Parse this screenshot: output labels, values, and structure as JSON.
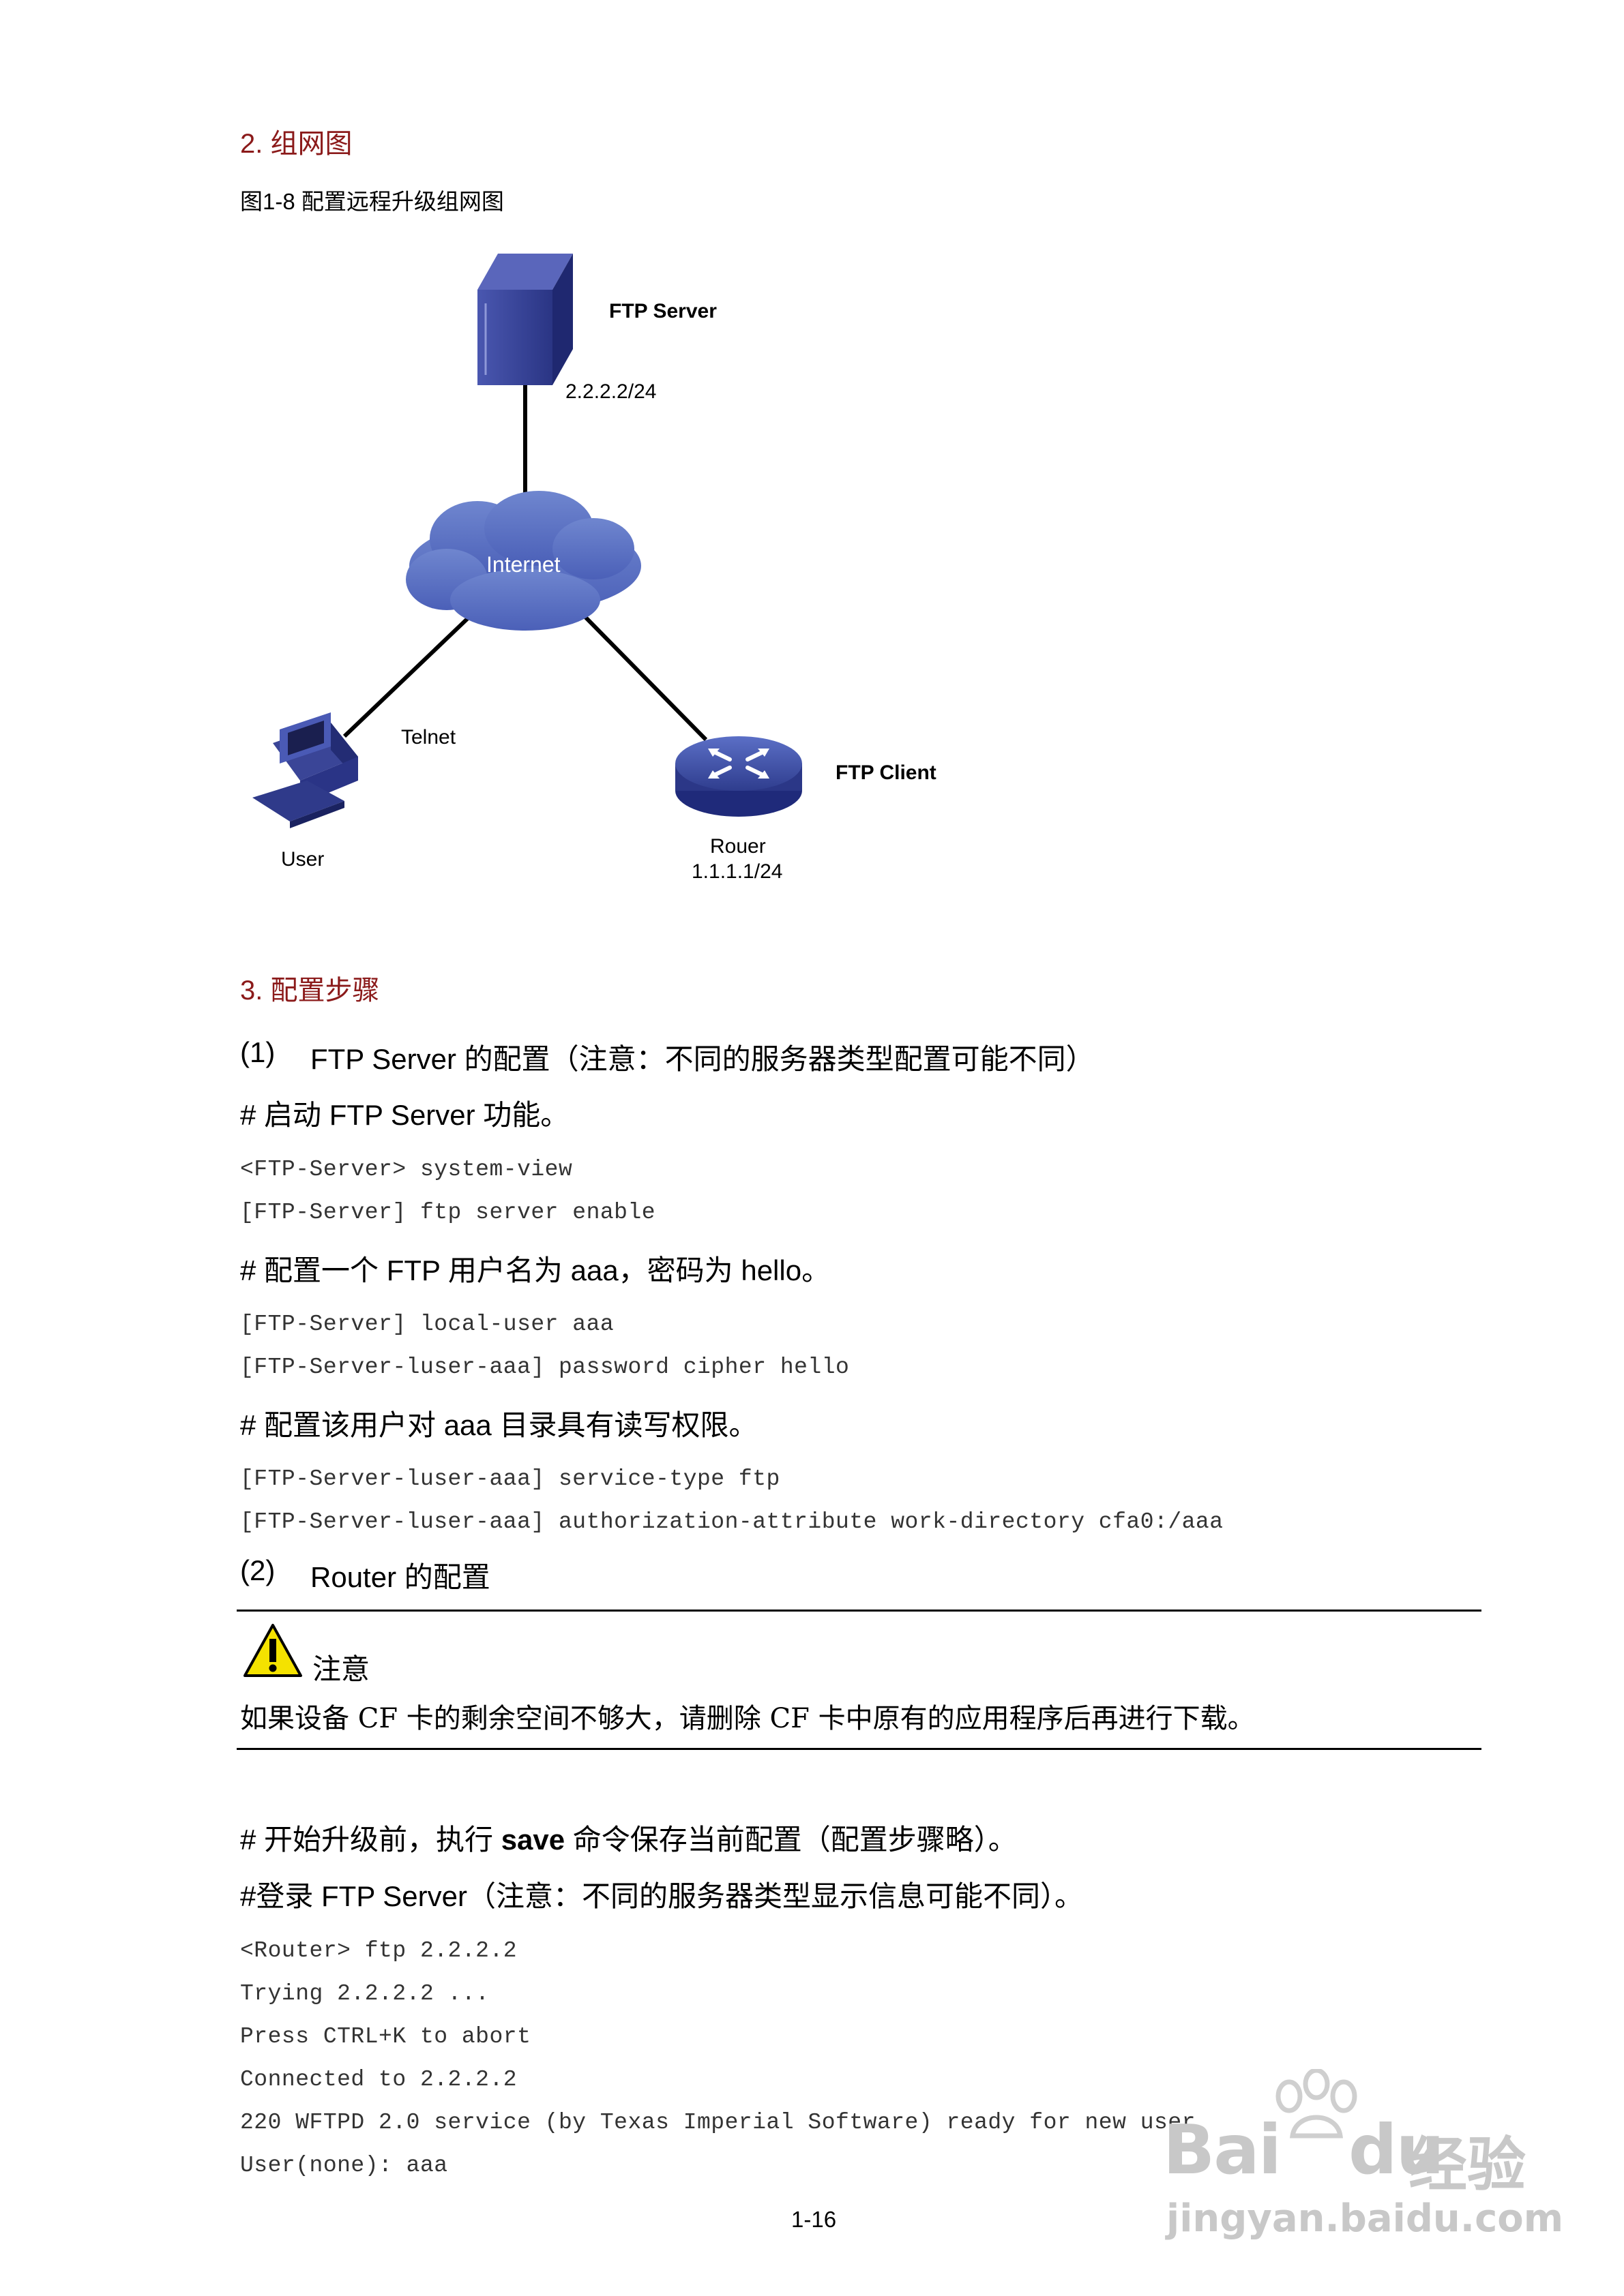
{
  "section2": {
    "heading": "2. 组网图",
    "figure_caption": "图1-8  配置远程升级组网图"
  },
  "diagram": {
    "ftp_server_label": "FTP Server",
    "ftp_server_ip": "2.2.2.2/24",
    "internet_label": "Internet",
    "telnet_label": "Telnet",
    "user_label": "User",
    "ftp_client_label": "FTP Client",
    "router_label": "Rouer",
    "router_ip": "1.1.1.1/24"
  },
  "section3": {
    "heading": "3. 配置步骤"
  },
  "step1": {
    "num": "(1)",
    "text": "FTP Server 的配置（注意：不同的服务器类型配置可能不同）"
  },
  "comment1": "# 启动 FTP Server 功能。",
  "code1": [
    "<FTP-Server> system-view",
    "[FTP-Server] ftp server enable"
  ],
  "comment2": "# 配置一个 FTP 用户名为 aaa，密码为 hello。",
  "code2": [
    "[FTP-Server] local-user aaa",
    "[FTP-Server-luser-aaa] password cipher hello"
  ],
  "comment3": "# 配置该用户对 aaa 目录具有读写权限。",
  "code3": [
    "[FTP-Server-luser-aaa] service-type ftp",
    "[FTP-Server-luser-aaa] authorization-attribute work-directory cfa0:/aaa"
  ],
  "step2": {
    "num": "(2)",
    "text": "Router 的配置"
  },
  "note": {
    "title": "注意",
    "text": "如果设备 CF 卡的剩余空间不够大，请删除 CF 卡中原有的应用程序后再进行下载。"
  },
  "comment4": {
    "pre": "# 开始升级前，执行 ",
    "cmd": "save",
    "post": " 命令保存当前配置（配置步骤略）。"
  },
  "comment5": "#登录 FTP Server（注意：不同的服务器类型显示信息可能不同）。",
  "code4": [
    "<Router> ftp 2.2.2.2",
    "Trying 2.2.2.2 ...",
    "Press CTRL+K to abort",
    "Connected to 2.2.2.2",
    "220 WFTPD 2.0 service (by Texas Imperial Software) ready for new user",
    "User(none): aaa"
  ],
  "page_number": "1-16",
  "watermark": {
    "brand": "Bai",
    "brand2": "du",
    "cn": "经验",
    "url": "jingyan.baidu.com"
  }
}
